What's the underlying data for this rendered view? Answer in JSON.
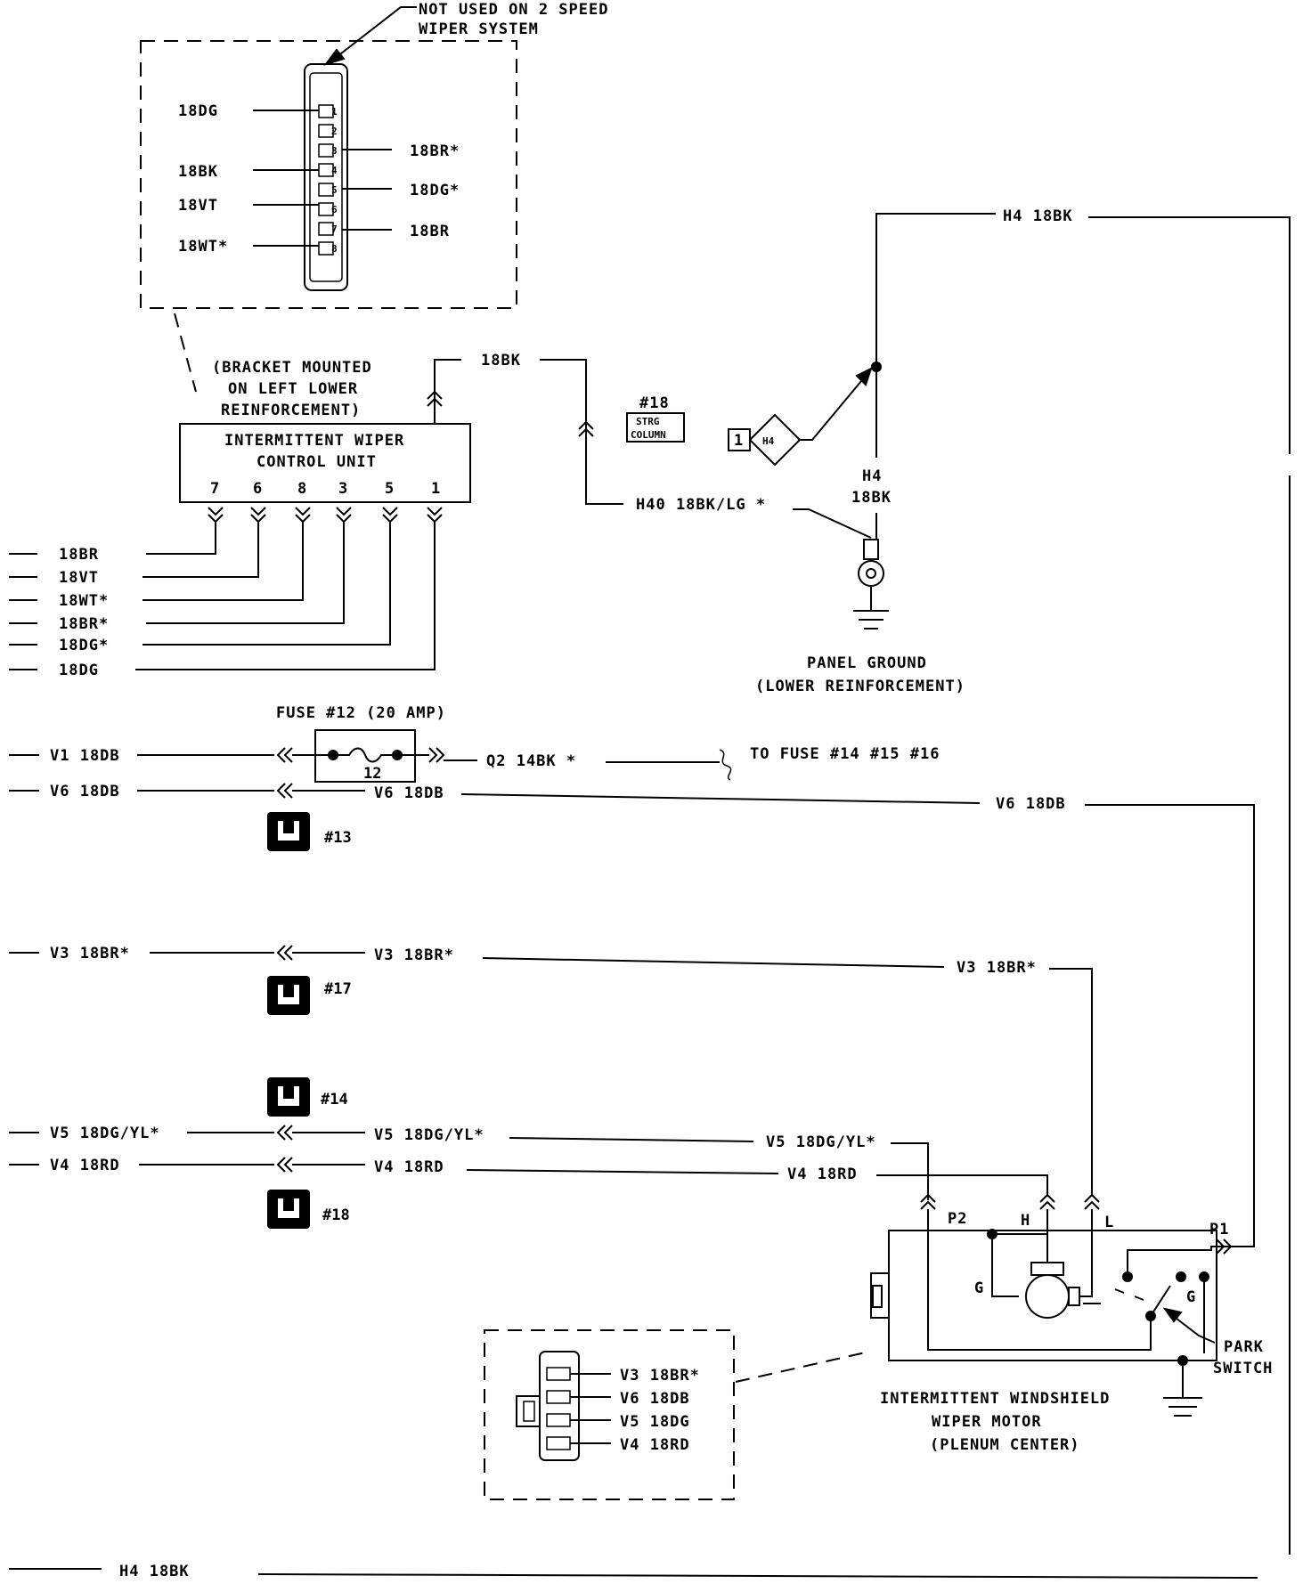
{
  "callout": {
    "line1": "NOT USED ON 2 SPEED",
    "line2": "WIPER SYSTEM"
  },
  "connector_top": {
    "left_labels": [
      "18DG",
      "18BK",
      "18VT",
      "18WT*"
    ],
    "right_labels": [
      "18BR*",
      "18DG*",
      "18BR"
    ],
    "cavities": [
      "1",
      "2",
      "3",
      "4",
      "5",
      "6",
      "7",
      "8"
    ]
  },
  "bracket_note": {
    "line1": "(BRACKET MOUNTED",
    "line2": "ON LEFT LOWER",
    "line3": "REINFORCEMENT)"
  },
  "control_unit": {
    "line1": "INTERMITTENT WIPER",
    "line2": "CONTROL UNIT",
    "pins": [
      "7",
      "6",
      "8",
      "3",
      "5",
      "1"
    ]
  },
  "left_wires": [
    "18BR",
    "18VT",
    "18WT*",
    "18BR*",
    "18DG*",
    "18DG"
  ],
  "ground_circuit": {
    "wire_18bk": "18BK",
    "strg_num": "#18",
    "strg_line1": "STRG",
    "strg_line2": "COLUMN",
    "h40": "H40 18BK/LG *",
    "h4_top": "H4 18BK",
    "h4_vert_line1": "H4",
    "h4_vert_line2": "18BK",
    "splice_num": "1",
    "splice_id": "H4",
    "panel_ground_line1": "PANEL GROUND",
    "panel_ground_line2": "(LOWER REINFORCEMENT)"
  },
  "fuse": {
    "title": "FUSE #12 (20 AMP)",
    "num": "12",
    "q2": "Q2 14BK *",
    "to_fuse": "TO FUSE #14 #15 #16"
  },
  "circuits": {
    "v1_left": "V1 18DB",
    "v6_left": "V6 18DB",
    "v6_mid": "V6 18DB",
    "v6_right": "V6 18DB",
    "v3_left": "V3 18BR*",
    "v3_mid": "V3 18BR*",
    "v3_right": "V3 18BR*",
    "v5_left": "V5 18DG/YL*",
    "v5_mid": "V5 18DG/YL*",
    "v5_right": "V5 18DG/YL*",
    "v4_left": "V4 18RD",
    "v4_mid": "V4 18RD",
    "v4_right": "V4 18RD",
    "h4_bottom": "H4 18BK"
  },
  "connector_icons": [
    "#13",
    "#17",
    "#14",
    "#18"
  ],
  "motor": {
    "p2": "P2",
    "h": "H",
    "l": "L",
    "p1": "P1",
    "g_left": "G",
    "g_right": "G",
    "park_line1": "PARK",
    "park_line2": "SWITCH",
    "title_line1": "INTERMITTENT WINDSHIELD",
    "title_line2": "WIPER MOTOR",
    "title_line3": "(PLENUM CENTER)"
  },
  "motor_connector": {
    "labels": [
      "V3 18BR*",
      "V6 18DB",
      "V5 18DG",
      "V4 18RD"
    ]
  }
}
